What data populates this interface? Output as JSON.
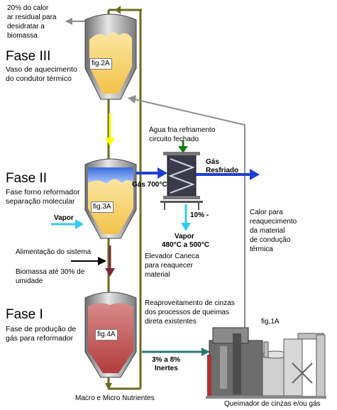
{
  "phases": {
    "fase3": {
      "title": "Fase III",
      "subtitle_1": "Vaso de aquecimento",
      "subtitle_2": "do condutor térmico",
      "fig": "fig.2A"
    },
    "fase2": {
      "title": "Fase II",
      "subtitle_1": "Fase forno reformador",
      "subtitle_2": "separação molecular",
      "fig": "fig.3A"
    },
    "fase1": {
      "title": "Fase I",
      "subtitle_1": "Fase de produção de",
      "subtitle_2": "gás para reformador",
      "fig": "fig.4A"
    }
  },
  "notes": {
    "calor_residual": [
      "20% do calor",
      "ar residual para",
      "desidratar a",
      "biomassa"
    ],
    "agua_fria": [
      "Água fria refriamento",
      "circuito fechado"
    ],
    "gas_resfriado": [
      "Gás",
      "Resfriado"
    ],
    "gas_700": "Gás 700°C",
    "percent_10": "10% -",
    "vapor_out": [
      "Vapor",
      "480°C a 500°C"
    ],
    "vapor_in": "Vapor",
    "elevador": [
      "Elevador Caneca",
      "para reaquecer",
      "material"
    ],
    "alimentacao": "Alimentação do sistema",
    "biomassa": [
      "Biomassa até 30% de",
      "umidade"
    ],
    "reaproveitamento": [
      "Reaproveitamento de cinzas",
      "dos processos de queimas",
      "direta existentes"
    ],
    "calor_reaquecimento": [
      "Calor para",
      "reaquecimento",
      "da material",
      "de condução",
      "térmica"
    ],
    "fig1a": "fig,1A",
    "inertes": [
      "3% a 8%",
      "Inertes"
    ],
    "macro": "Macro e Micro Nutrientes",
    "queimador": "Queimador de cinzas e/ou gás"
  },
  "colors": {
    "conveyor": "#6b6b1e",
    "yellow_arrow": "#ffff00",
    "blue_arrow": "#1f3fd0",
    "cyan_arrow": "#33ccee",
    "green_arrow": "#1a7a1a",
    "dark_red_arrow": "#7a2a3a",
    "teal_arrow": "#2a7a72",
    "gray_line": "#8c8c8c"
  }
}
